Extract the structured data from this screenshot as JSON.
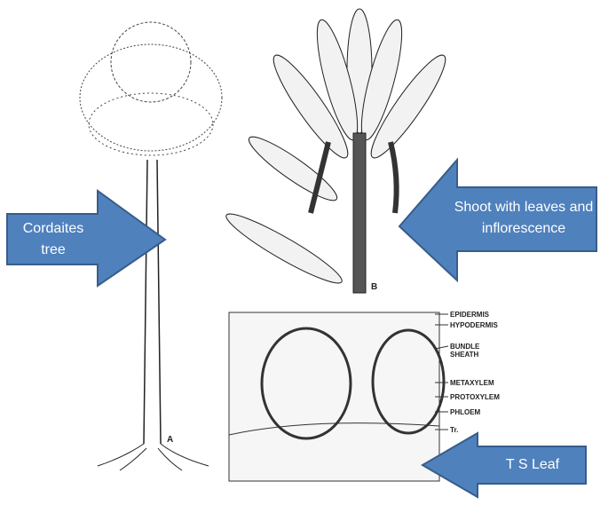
{
  "callouts": {
    "tree": "Cordaites tree",
    "shoot": "Shoot with leaves and inflorescence",
    "leaf": "T S Leaf"
  },
  "figure_letters": {
    "a": "A",
    "b": "B"
  },
  "leaf_labels": [
    "EPIDERMIS",
    "HYPODERMIS",
    "BUNDLE SHEATH",
    "METAXYLEM",
    "PROTOXYLEM",
    "PHLOEM",
    "Tr."
  ],
  "colors": {
    "arrow_fill": "#4f81bd",
    "arrow_stroke": "#385d8a"
  }
}
